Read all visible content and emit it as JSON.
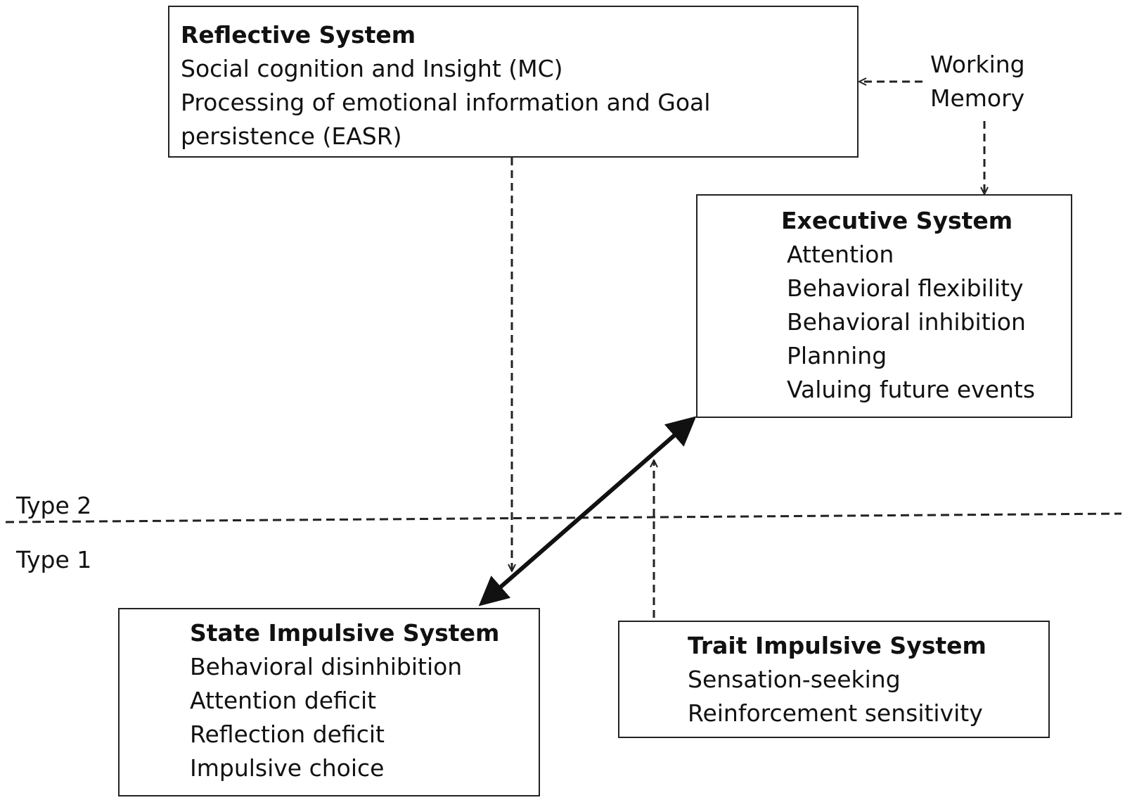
{
  "reflective": {
    "title": "Reflective System",
    "lines": [
      "Social cognition and Insight (MC)",
      "Processing of emotional information and Goal",
      "persistence (EASR)"
    ]
  },
  "working_memory": {
    "lines": [
      "Working",
      "Memory"
    ]
  },
  "executive": {
    "title": "Executive System",
    "lines": [
      "Attention",
      "Behavioral flexibility",
      "Behavioral inhibition",
      "Planning",
      "Valuing future events"
    ]
  },
  "state": {
    "title": "State Impulsive System",
    "lines": [
      "Behavioral disinhibition",
      "Attention deficit",
      "Reflection deficit",
      "Impulsive choice"
    ]
  },
  "trait": {
    "title": "Trait Impulsive System",
    "lines": [
      "Sensation-seeking",
      "Reinforcement sensitivity"
    ]
  },
  "levels": {
    "type2": "Type 2",
    "type1": "Type 1"
  }
}
